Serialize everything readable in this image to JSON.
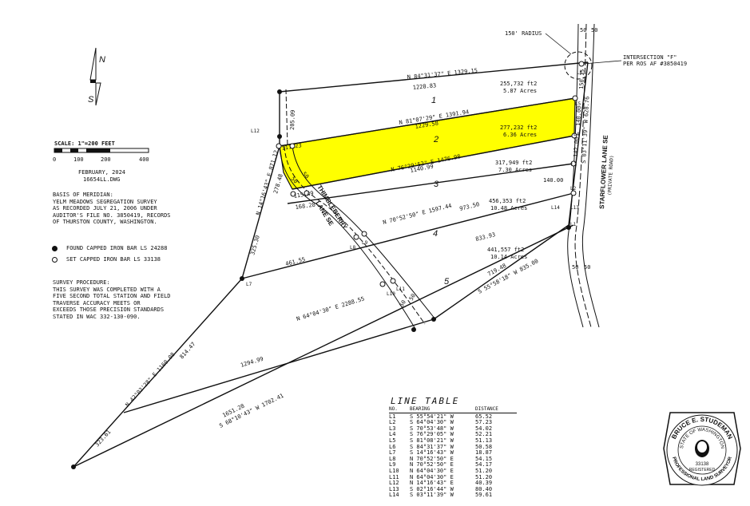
{
  "north_arrow": {
    "n": "N",
    "s": "S"
  },
  "scale": {
    "text": "SCALE: 1\"=200 FEET",
    "ticks": [
      "0",
      "100",
      "200",
      "400"
    ]
  },
  "date": "FEBRUARY, 2024",
  "drawing": "16654LL.DWG",
  "basis_of_meridian": "BASIS OF MERIDIAN:\nYELM MEADOWS SEGREGATION SURVEY\nAS RECORDED JULY 21, 2006 UNDER\nAUDITOR'S FILE NO. 3850419, RECORDS\nOF THURSTON COUNTY, WASHINGTON.",
  "legend": {
    "found": "FOUND CAPPED IRON BAR LS 24288",
    "set": "SET CAPPED IRON BAR LS 33138"
  },
  "survey_procedure": "SURVEY PROCEDURE:\nTHIS SURVEY WAS COMPLETED WITH A\nFIVE SECOND TOTAL STATION AND FIELD\nTRAVERSE ACCURACY MEETS OR\nEXCEEDS THOSE PRECISION STANDARDS\nSTATED IN WAC 332-130-090.",
  "radius_note": "150' RADIUS",
  "intersection_note": "INTERSECTION \"F\"\nPER ROS AF #3850419",
  "roads": {
    "starflower": "STARFLOWER LANE SE",
    "starflower_sub": "(PRIVATE ROAD)",
    "thimbleberry": "THIMBLEBERRY",
    "thimbleberry2": "LANE SE"
  },
  "road_widths": [
    "50",
    "50",
    "50",
    "50",
    "50",
    "50",
    "50",
    "50",
    "50",
    "50"
  ],
  "lots": [
    {
      "num": "1",
      "area": "255,732 ft2",
      "acres": "5.87 Acres"
    },
    {
      "num": "2",
      "area": "277,232 ft2",
      "acres": "6.36 Acres"
    },
    {
      "num": "3",
      "area": "317,949 ft2",
      "acres": "7.30 Acres"
    },
    {
      "num": "4",
      "area": "456,353 ft2",
      "acres": "10.48 Acres"
    },
    {
      "num": "5",
      "area": "441,557 ft2",
      "acres": "10.14 Acres"
    }
  ],
  "courses": {
    "north_bearing": "N 84°31'37\" E 1329.15",
    "north_dist": "1228.83",
    "l12_l2": "N 81°07'29\" E 1391.94",
    "l12_l2_dist": "1229.58",
    "l23_bearing": "N 76°29'52\" E 1476.98",
    "l23_dist": "1140.99",
    "l34_bearing": "N 70°52'50\" E 1597.44",
    "l34_dist": "973.50",
    "l34_west": "168.28",
    "l45_west": "461.55",
    "l45_east": "833.93",
    "l5_bearing": "S 55°58'18\" W 835.00",
    "l5_dist": "719.48",
    "mid_bearing": "N 64°04'30\" E 2288.55",
    "mid_dist": "1294.99",
    "south_dist": "1651.28",
    "south_bearing": "S 68°10'43\" W 1702.41",
    "west_bearing": "N 42°02'28\" E 1160.08",
    "west_dist": "814.47",
    "sw_dist": "323.61",
    "w_upper_bearing": "N 14°16'43\" E 871.12",
    "w_upper_dist": "278.48",
    "w_lower_dist": "325.30",
    "top_short": "205.09",
    "n111": "111.23",
    "n115": "115.49",
    "east_bearing": "S 03°11'39\" W 628.76",
    "e150": "150.15",
    "e140": "140.00",
    "e142": "142.00",
    "e140b": "140.00"
  },
  "line_labels": [
    "L1",
    "L2",
    "L3",
    "L4",
    "L5",
    "L6",
    "L7",
    "L8",
    "L9",
    "L10",
    "L11",
    "L12",
    "L13",
    "L14"
  ],
  "line_table": {
    "title": "LINE TABLE",
    "headers": [
      "NO.",
      "BEARING",
      "DISTANCE"
    ],
    "rows": [
      [
        "L1",
        "S 55°54'21\" W",
        "65.52"
      ],
      [
        "L2",
        "S 64°04'30\" W",
        "57.23"
      ],
      [
        "L3",
        "S 70°53'48\" W",
        "54.02"
      ],
      [
        "L4",
        "S 76°29'05\" W",
        "52.21"
      ],
      [
        "L5",
        "S 81°08'21\" W",
        "51.13"
      ],
      [
        "L6",
        "S 84°31'37\" W",
        "50.58"
      ],
      [
        "L7",
        "S 14°16'43\" W",
        "18.87"
      ],
      [
        "L8",
        "N 70°52'50\" E",
        "54.15"
      ],
      [
        "L9",
        "N 70°52'50\" E",
        "54.17"
      ],
      [
        "L10",
        "N 64°04'30\" E",
        "51.20"
      ],
      [
        "L11",
        "N 64°04'30\" E",
        "51.20"
      ],
      [
        "L12",
        "N 14°16'43\" E",
        "40.39"
      ],
      [
        "L13",
        "S 02°16'44\" W",
        "80.40"
      ],
      [
        "L14",
        "S 03°11'39\" W",
        "59.61"
      ]
    ]
  },
  "seal": {
    "name": "BRUCE E. STUDEMAN",
    "state": "STATE OF WASHINGTON",
    "number": "33138",
    "registered": "REGISTERED",
    "title": "PROFESSIONAL LAND SURVEYOR"
  },
  "colors": {
    "highlight": "#ffff00",
    "ink": "#111111"
  }
}
